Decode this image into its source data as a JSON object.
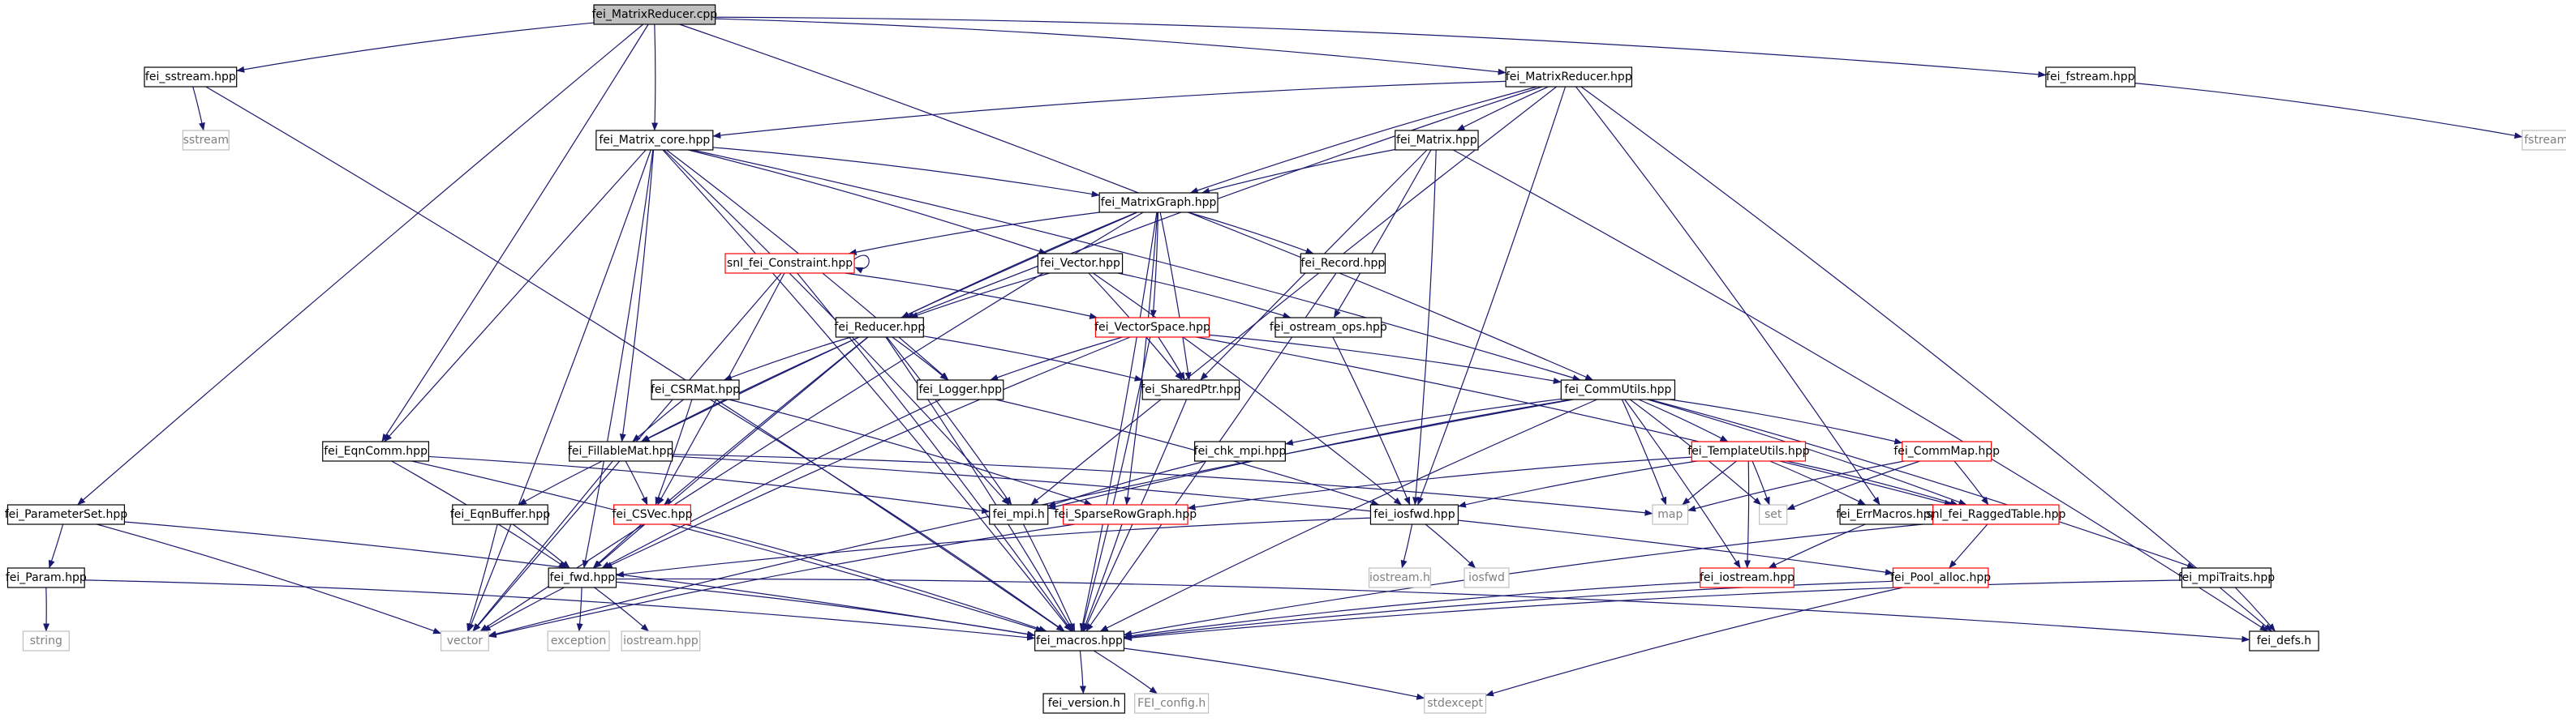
{
  "colors": {
    "edge": "#191970",
    "normal_border": "#000000",
    "incomplete_border": "#ff0000",
    "external_border": "#bfbfbf",
    "root_fill": "#bfbfbf",
    "text": "#000000",
    "external_text": "#7f7f7f"
  },
  "nodes": [
    {
      "id": "root",
      "label": "fei_MatrixReducer.cpp",
      "kind": "root"
    },
    {
      "id": "sstream_h",
      "label": "fei_sstream.hpp",
      "kind": "normal"
    },
    {
      "id": "sstream",
      "label": "sstream",
      "kind": "external"
    },
    {
      "id": "mr_h",
      "label": "fei_MatrixReducer.hpp",
      "kind": "normal"
    },
    {
      "id": "fstream_h",
      "label": "fei_fstream.hpp",
      "kind": "normal"
    },
    {
      "id": "fstream",
      "label": "fstream",
      "kind": "external"
    },
    {
      "id": "mcore",
      "label": "fei_Matrix_core.hpp",
      "kind": "normal"
    },
    {
      "id": "matrix",
      "label": "fei_Matrix.hpp",
      "kind": "normal"
    },
    {
      "id": "mgraph",
      "label": "fei_MatrixGraph.hpp",
      "kind": "normal"
    },
    {
      "id": "constraint",
      "label": "snl_fei_Constraint.hpp",
      "kind": "incomplete"
    },
    {
      "id": "vector_h",
      "label": "fei_Vector.hpp",
      "kind": "normal"
    },
    {
      "id": "record",
      "label": "fei_Record.hpp",
      "kind": "normal"
    },
    {
      "id": "reducer",
      "label": "fei_Reducer.hpp",
      "kind": "normal"
    },
    {
      "id": "vspace",
      "label": "fei_VectorSpace.hpp",
      "kind": "incomplete"
    },
    {
      "id": "ostream_ops",
      "label": "fei_ostream_ops.hpp",
      "kind": "normal"
    },
    {
      "id": "csrmat",
      "label": "fei_CSRMat.hpp",
      "kind": "normal"
    },
    {
      "id": "logger",
      "label": "fei_Logger.hpp",
      "kind": "normal"
    },
    {
      "id": "sharedptr",
      "label": "fei_SharedPtr.hpp",
      "kind": "normal"
    },
    {
      "id": "commutils",
      "label": "fei_CommUtils.hpp",
      "kind": "normal"
    },
    {
      "id": "eqncomm",
      "label": "fei_EqnComm.hpp",
      "kind": "normal"
    },
    {
      "id": "fillable",
      "label": "fei_FillableMat.hpp",
      "kind": "normal"
    },
    {
      "id": "chkmpi",
      "label": "fei_chk_mpi.hpp",
      "kind": "normal"
    },
    {
      "id": "templ",
      "label": "fei_TemplateUtils.hpp",
      "kind": "incomplete"
    },
    {
      "id": "commmap",
      "label": "fei_CommMap.hpp",
      "kind": "incomplete"
    },
    {
      "id": "paramset",
      "label": "fei_ParameterSet.hpp",
      "kind": "normal"
    },
    {
      "id": "eqnbuf",
      "label": "fei_EqnBuffer.hpp",
      "kind": "normal"
    },
    {
      "id": "csvec",
      "label": "fei_CSVec.hpp",
      "kind": "incomplete"
    },
    {
      "id": "mpi",
      "label": "fei_mpi.h",
      "kind": "normal"
    },
    {
      "id": "srg",
      "label": "fei_SparseRowGraph.hpp",
      "kind": "incomplete"
    },
    {
      "id": "map",
      "label": "map",
      "kind": "external"
    },
    {
      "id": "iosfwd_h",
      "label": "fei_iosfwd.hpp",
      "kind": "normal"
    },
    {
      "id": "set",
      "label": "set",
      "kind": "external"
    },
    {
      "id": "errmacros",
      "label": "fei_ErrMacros.hpp",
      "kind": "normal"
    },
    {
      "id": "ragged",
      "label": "snl_fei_RaggedTable.hpp",
      "kind": "incomplete"
    },
    {
      "id": "param",
      "label": "fei_Param.hpp",
      "kind": "normal"
    },
    {
      "id": "fwd",
      "label": "fei_fwd.hpp",
      "kind": "normal"
    },
    {
      "id": "iostream_h_ext",
      "label": "iostream.h",
      "kind": "external"
    },
    {
      "id": "iosfwd",
      "label": "iosfwd",
      "kind": "external"
    },
    {
      "id": "iostream_hpp",
      "label": "fei_iostream.hpp",
      "kind": "incomplete"
    },
    {
      "id": "pool",
      "label": "fei_Pool_alloc.hpp",
      "kind": "incomplete"
    },
    {
      "id": "mpitraits",
      "label": "fei_mpiTraits.hpp",
      "kind": "normal"
    },
    {
      "id": "string",
      "label": "string",
      "kind": "external"
    },
    {
      "id": "vector",
      "label": "vector",
      "kind": "external"
    },
    {
      "id": "exception",
      "label": "exception",
      "kind": "external"
    },
    {
      "id": "iostream_hpp_ext",
      "label": "iostream.hpp",
      "kind": "external"
    },
    {
      "id": "macros",
      "label": "fei_macros.hpp",
      "kind": "normal"
    },
    {
      "id": "defs",
      "label": "fei_defs.h",
      "kind": "normal"
    },
    {
      "id": "version",
      "label": "fei_version.h",
      "kind": "normal"
    },
    {
      "id": "config",
      "label": "FEI_config.h",
      "kind": "external"
    },
    {
      "id": "stdexcept",
      "label": "stdexcept",
      "kind": "external"
    }
  ],
  "edges": [
    [
      "root",
      "sstream_h"
    ],
    [
      "root",
      "mr_h"
    ],
    [
      "root",
      "fstream_h"
    ],
    [
      "root",
      "mcore"
    ],
    [
      "root",
      "paramset"
    ],
    [
      "root",
      "eqncomm"
    ],
    [
      "root",
      "commutils"
    ],
    [
      "sstream_h",
      "sstream"
    ],
    [
      "sstream_h",
      "macros"
    ],
    [
      "fstream_h",
      "fstream"
    ],
    [
      "mr_h",
      "mcore"
    ],
    [
      "mr_h",
      "matrix"
    ],
    [
      "mr_h",
      "mgraph"
    ],
    [
      "mr_h",
      "reducer"
    ],
    [
      "mr_h",
      "mpi"
    ],
    [
      "mr_h",
      "iosfwd_h"
    ],
    [
      "mr_h",
      "errmacros"
    ],
    [
      "mr_h",
      "defs"
    ],
    [
      "mcore",
      "mgraph"
    ],
    [
      "mcore",
      "vector_h"
    ],
    [
      "mcore",
      "logger"
    ],
    [
      "mcore",
      "fillable"
    ],
    [
      "mcore",
      "eqncomm"
    ],
    [
      "mcore",
      "commutils"
    ],
    [
      "mcore",
      "mpi"
    ],
    [
      "mcore",
      "fwd"
    ],
    [
      "mcore",
      "vector"
    ],
    [
      "mcore",
      "macros"
    ],
    [
      "matrix",
      "mgraph"
    ],
    [
      "matrix",
      "sharedptr"
    ],
    [
      "matrix",
      "ostream_ops"
    ],
    [
      "matrix",
      "iosfwd_h"
    ],
    [
      "matrix",
      "defs"
    ],
    [
      "mgraph",
      "constraint"
    ],
    [
      "mgraph",
      "record"
    ],
    [
      "mgraph",
      "vspace"
    ],
    [
      "mgraph",
      "reducer"
    ],
    [
      "mgraph",
      "sharedptr"
    ],
    [
      "mgraph",
      "srg"
    ],
    [
      "mgraph",
      "fillable"
    ],
    [
      "mgraph",
      "vector"
    ],
    [
      "mgraph",
      "macros"
    ],
    [
      "constraint",
      "constraint"
    ],
    [
      "constraint",
      "vspace"
    ],
    [
      "constraint",
      "csvec"
    ],
    [
      "constraint",
      "vector"
    ],
    [
      "constraint",
      "macros"
    ],
    [
      "vector_h",
      "reducer"
    ],
    [
      "vector_h",
      "sharedptr"
    ],
    [
      "vector_h",
      "ostream_ops"
    ],
    [
      "vector_h",
      "iosfwd_h"
    ],
    [
      "record",
      "macros"
    ],
    [
      "reducer",
      "csrmat"
    ],
    [
      "reducer",
      "logger"
    ],
    [
      "reducer",
      "sharedptr"
    ],
    [
      "reducer",
      "fillable"
    ],
    [
      "reducer",
      "csvec"
    ],
    [
      "reducer",
      "mpi"
    ],
    [
      "reducer",
      "macros"
    ],
    [
      "reducer",
      "fwd"
    ],
    [
      "vspace",
      "logger"
    ],
    [
      "vspace",
      "sharedptr"
    ],
    [
      "vspace",
      "commutils"
    ],
    [
      "vspace",
      "ragged"
    ],
    [
      "vspace",
      "fwd"
    ],
    [
      "vspace",
      "macros"
    ],
    [
      "ostream_ops",
      "iosfwd_h"
    ],
    [
      "csrmat",
      "fillable"
    ],
    [
      "csrmat",
      "csvec"
    ],
    [
      "csrmat",
      "srg"
    ],
    [
      "csrmat",
      "macros"
    ],
    [
      "logger",
      "iosfwd_h"
    ],
    [
      "logger",
      "fwd"
    ],
    [
      "sharedptr",
      "macros"
    ],
    [
      "commutils",
      "chkmpi"
    ],
    [
      "commutils",
      "templ"
    ],
    [
      "commutils",
      "commmap"
    ],
    [
      "commutils",
      "map"
    ],
    [
      "commutils",
      "set"
    ],
    [
      "commutils",
      "iostream_hpp"
    ],
    [
      "commutils",
      "ragged"
    ],
    [
      "commutils",
      "mpitraits"
    ],
    [
      "commutils",
      "mpi"
    ],
    [
      "commutils",
      "vector"
    ],
    [
      "commutils",
      "macros"
    ],
    [
      "eqncomm",
      "mpi"
    ],
    [
      "eqncomm",
      "fwd"
    ],
    [
      "eqncomm",
      "macros"
    ],
    [
      "fillable",
      "eqnbuf"
    ],
    [
      "fillable",
      "csvec"
    ],
    [
      "fillable",
      "pool"
    ],
    [
      "fillable",
      "vector"
    ],
    [
      "fillable",
      "map"
    ],
    [
      "chkmpi",
      "mpi"
    ],
    [
      "templ",
      "srg"
    ],
    [
      "templ",
      "iosfwd_h"
    ],
    [
      "templ",
      "map"
    ],
    [
      "templ",
      "set"
    ],
    [
      "templ",
      "errmacros"
    ],
    [
      "templ",
      "ragged"
    ],
    [
      "templ",
      "iostream_hpp"
    ],
    [
      "commmap",
      "map"
    ],
    [
      "commmap",
      "set"
    ],
    [
      "commmap",
      "ragged"
    ],
    [
      "paramset",
      "param"
    ],
    [
      "paramset",
      "vector"
    ],
    [
      "paramset",
      "macros"
    ],
    [
      "eqnbuf",
      "fwd"
    ],
    [
      "eqnbuf",
      "vector"
    ],
    [
      "csvec",
      "fwd"
    ],
    [
      "csvec",
      "macros"
    ],
    [
      "mpi",
      "macros"
    ],
    [
      "srg",
      "macros"
    ],
    [
      "srg",
      "vector"
    ],
    [
      "iosfwd_h",
      "iostream_h_ext"
    ],
    [
      "iosfwd_h",
      "iosfwd"
    ],
    [
      "iosfwd_h",
      "fwd"
    ],
    [
      "errmacros",
      "iostream_hpp"
    ],
    [
      "ragged",
      "pool"
    ],
    [
      "ragged",
      "macros"
    ],
    [
      "param",
      "string"
    ],
    [
      "param",
      "macros"
    ],
    [
      "fwd",
      "vector"
    ],
    [
      "fwd",
      "exception"
    ],
    [
      "fwd",
      "iostream_hpp_ext"
    ],
    [
      "fwd",
      "macros"
    ],
    [
      "fwd",
      "defs"
    ],
    [
      "iostream_hpp",
      "macros"
    ],
    [
      "pool",
      "stdexcept"
    ],
    [
      "pool",
      "macros"
    ],
    [
      "mpitraits",
      "macros"
    ],
    [
      "mpitraits",
      "defs"
    ],
    [
      "macros",
      "version"
    ],
    [
      "macros",
      "config"
    ],
    [
      "macros",
      "stdexcept"
    ]
  ]
}
